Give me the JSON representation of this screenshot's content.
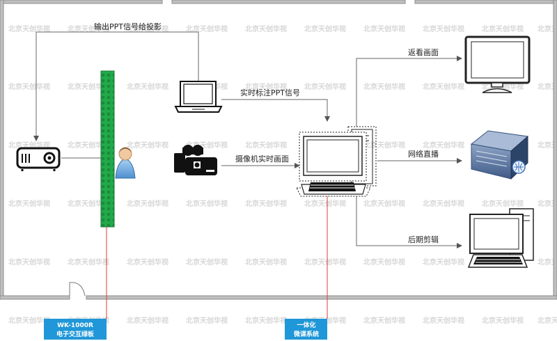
{
  "watermark": "北京天创华视",
  "labels": {
    "ppt_to_projector": "输出PPT信号给投影",
    "realtime_ppt": "实时标注PPT信号",
    "camera_feed": "摄像机实时画面",
    "playback": "返看画面",
    "live_stream": "网络直播",
    "post_edit": "后期剪辑"
  },
  "callouts": {
    "board_model": "WK-1000R",
    "board_name": "电子交互绿板",
    "system_line1": "一体化",
    "system_line2": "微课系统"
  },
  "colors": {
    "room_wall": "#999999",
    "green_board": "#22aa4a",
    "callout_bg": "#1f97d8",
    "pointer_line": "#e33b3b",
    "connector": "#666666"
  },
  "icons": [
    "projector-icon",
    "green-board-icon",
    "presenter-icon",
    "laptop-icon",
    "video-camera-icon",
    "all-in-one-system-icon",
    "monitor-icon",
    "streaming-server-icon",
    "editing-computer-icon"
  ]
}
